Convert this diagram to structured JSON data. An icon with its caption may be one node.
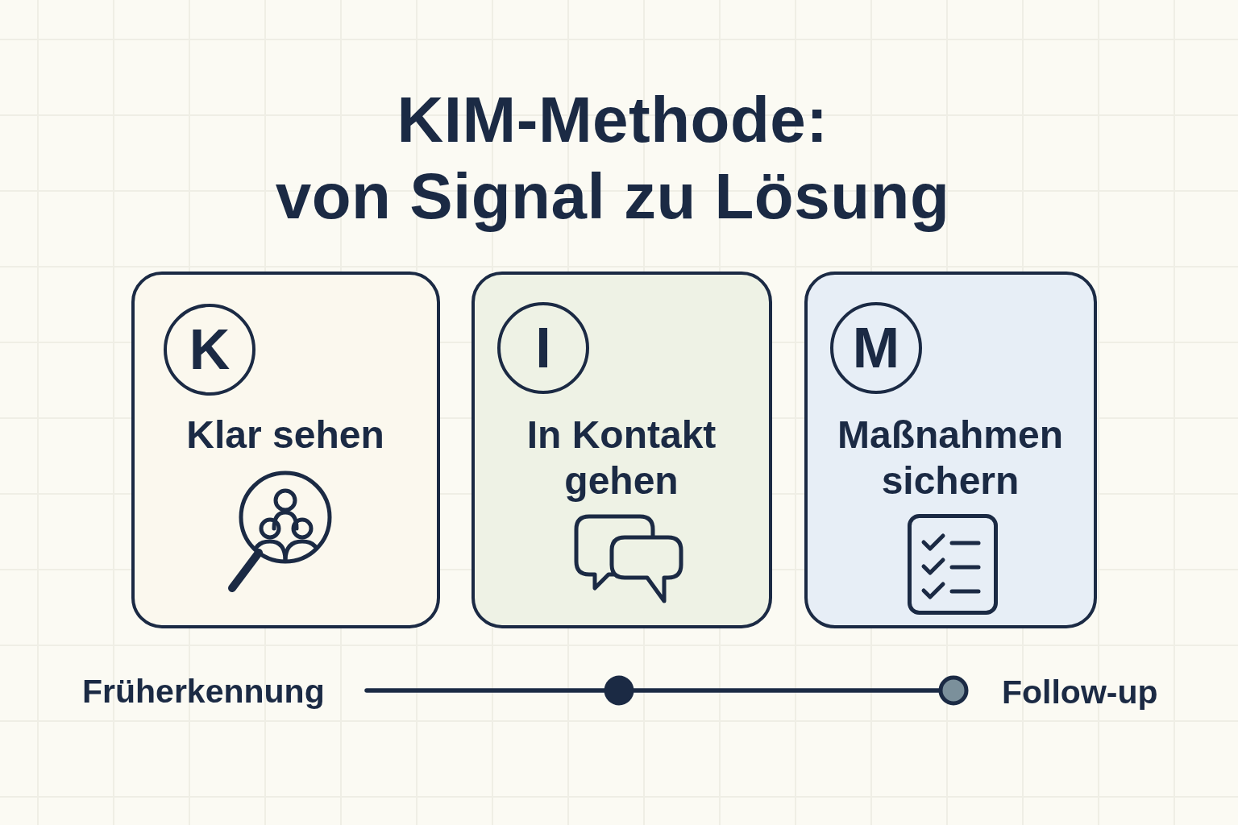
{
  "diagram": {
    "title": "KIM-Methode: von Signal zu Lösung",
    "nodes": [
      {
        "text": [
          "K",
          "Klar sehen"
        ]
      },
      {
        "text": [
          "I",
          "In Kontakt gehen"
        ]
      },
      {
        "text": [
          "M",
          "Maßnahmen sichern"
        ]
      }
    ],
    "labels": [
      "Früherkennung",
      "Follow-up"
    ]
  }
}
